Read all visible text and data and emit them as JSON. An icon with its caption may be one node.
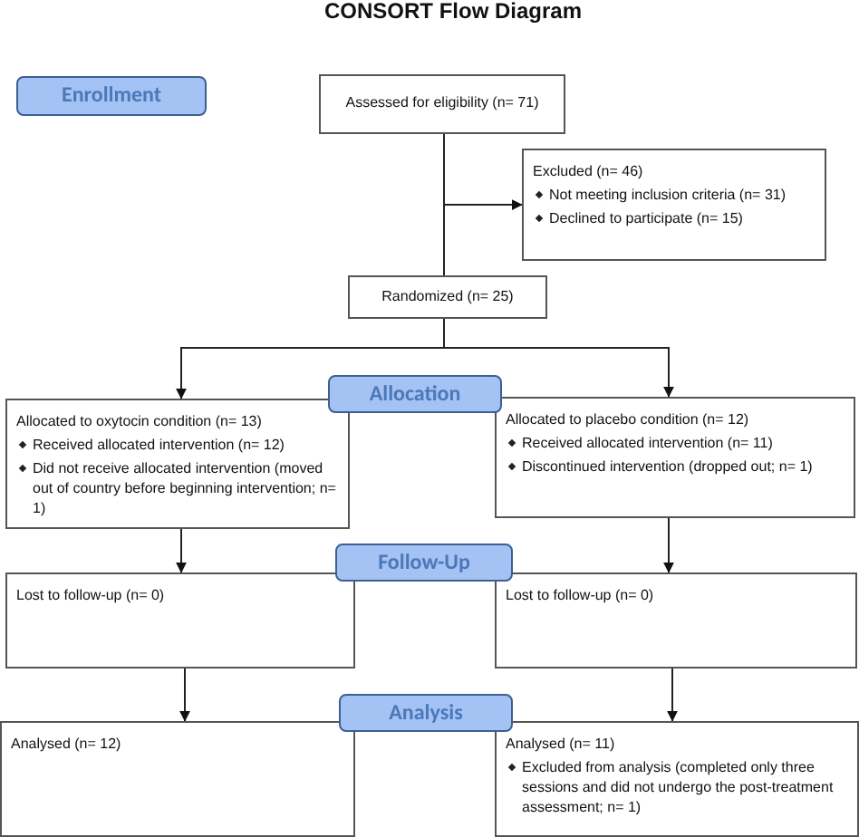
{
  "diagram": {
    "title": "CONSORT Flow Diagram",
    "nodes": [
      {
        "text": [
          "Enrollment"
        ]
      },
      {
        "text": [
          "Assessed for eligibility (n= 71)"
        ]
      },
      {
        "text": [
          "Excluded (n= 46)",
          "Not meeting inclusion criteria (n= 31)",
          "Declined to participate (n= 15)"
        ]
      },
      {
        "text": [
          "Randomized (n= 25)"
        ]
      },
      {
        "text": [
          "Allocation"
        ]
      },
      {
        "text": [
          "Allocated to oxytocin condition (n= 13)",
          "Received allocated intervention (n= 12)",
          "Did not receive allocated intervention (moved out of country before beginning intervention; n= 1)"
        ]
      },
      {
        "text": [
          "Allocated to placebo condition (n= 12)",
          "Received allocated intervention (n= 11)",
          "Discontinued intervention (dropped out; n= 1)"
        ]
      },
      {
        "text": [
          "Follow-Up"
        ]
      },
      {
        "text": [
          "Lost to follow-up (n= 0)"
        ]
      },
      {
        "text": [
          "Lost to follow-up (n= 0)"
        ]
      },
      {
        "text": [
          "Analysis"
        ]
      },
      {
        "text": [
          "Analysed (n= 12)"
        ]
      },
      {
        "text": [
          "Analysed (n= 11)",
          "Excluded from analysis (completed only three sessions and did not undergo the post-treatment assessment; n= 1)"
        ]
      }
    ],
    "edges": [
      {
        "from": 1,
        "to": 2,
        "arrow": "to"
      },
      {
        "from": 1,
        "to": 3,
        "arrow": "none"
      },
      {
        "from": 3,
        "to": 5,
        "arrow": "to"
      },
      {
        "from": 3,
        "to": 6,
        "arrow": "to"
      },
      {
        "from": 5,
        "to": 8,
        "arrow": "to"
      },
      {
        "from": 6,
        "to": 9,
        "arrow": "to"
      },
      {
        "from": 8,
        "to": 11,
        "arrow": "to"
      },
      {
        "from": 9,
        "to": 12,
        "arrow": "to"
      }
    ]
  }
}
